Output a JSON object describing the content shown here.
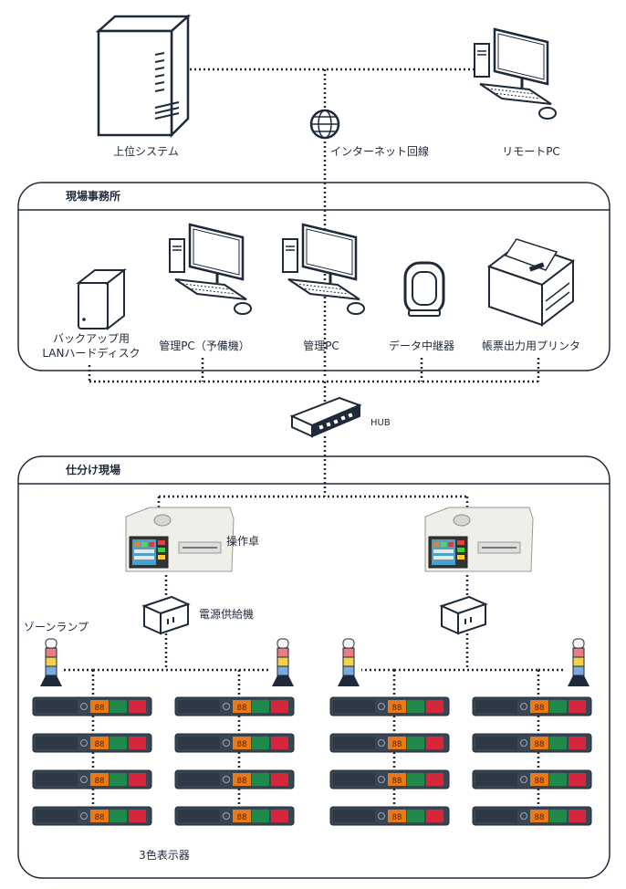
{
  "top": {
    "server_label": "上位システム",
    "internet_label": "インターネット回線",
    "remote_label": "リモートPC"
  },
  "office": {
    "title": "現場事務所",
    "backup_label_line1": "バックアップ用",
    "backup_label_line2": "LANハードディスク",
    "pc_spare_label": "管理PC（予備機）",
    "pc_label": "管理PC",
    "relay_label": "データ中継器",
    "printer_label": "帳票出力用プリンタ"
  },
  "hub_label": "HUB",
  "floor": {
    "title": "仕分け現場",
    "console_label": "操作卓",
    "power_label": "電源供給機",
    "zone_lamp_label": "ゾーンランプ",
    "display_label": "3色表示器",
    "display_digits": "88"
  },
  "colors": {
    "line": "#1e2a3a",
    "frame": "#1e2a3a",
    "display_body": "#3a4552",
    "display_orange": "#e87a1c",
    "display_green": "#1f8a4c",
    "display_red": "#d6263b",
    "lamp_red": "#e87f86",
    "lamp_yellow": "#f2d24a",
    "lamp_blue": "#7fa9d8"
  }
}
